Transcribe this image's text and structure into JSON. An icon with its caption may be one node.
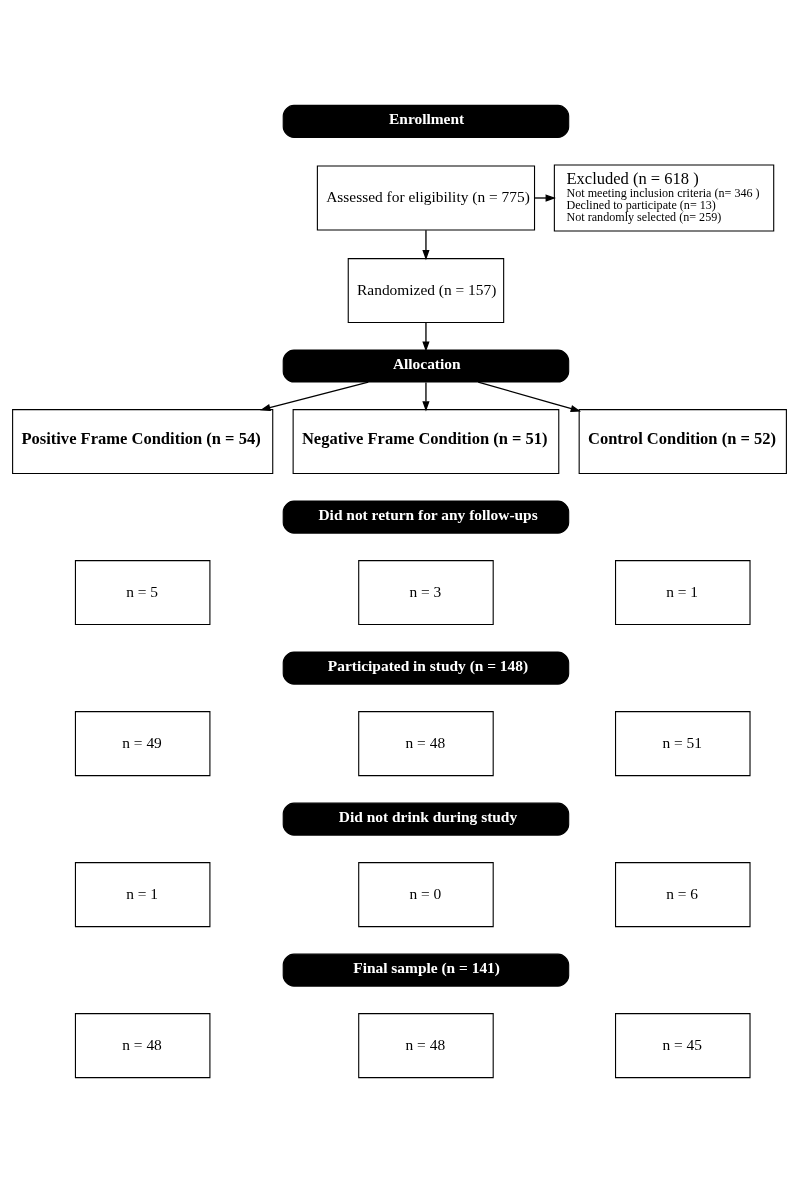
{
  "diagram": {
    "nodes": [
      {
        "text": [
          "Enrollment"
        ]
      },
      {
        "text": [
          "Assessed for eligibility (n = 775)"
        ]
      },
      {
        "text": [
          "Excluded (n = 618 )",
          "Not meeting inclusion criteria (n= 346 )",
          "Declined to participate (n= 13)",
          "Not randomly selected (n= 259)"
        ]
      },
      {
        "text": [
          "Randomized (n = 157)"
        ]
      },
      {
        "text": [
          "Allocation"
        ]
      },
      {
        "text": [
          "Positive Frame Condition (n = 54)"
        ]
      },
      {
        "text": [
          "Negative Frame Condition (n = 51)"
        ]
      },
      {
        "text": [
          "Control Condition (n = 52)"
        ]
      },
      {
        "text": [
          "Did not return for any follow-ups"
        ]
      },
      {
        "text": [
          "n = 5"
        ]
      },
      {
        "text": [
          "n = 3"
        ]
      },
      {
        "text": [
          "n = 1"
        ]
      },
      {
        "text": [
          "Participated in study (n = 148)"
        ]
      },
      {
        "text": [
          "n = 49"
        ]
      },
      {
        "text": [
          "n = 48"
        ]
      },
      {
        "text": [
          "n = 51"
        ]
      },
      {
        "text": [
          "Did not drink during study"
        ]
      },
      {
        "text": [
          "n = 1"
        ]
      },
      {
        "text": [
          "n = 0"
        ]
      },
      {
        "text": [
          "n = 6"
        ]
      },
      {
        "text": [
          "Final sample (n = 141)"
        ]
      },
      {
        "text": [
          "n = 48"
        ]
      },
      {
        "text": [
          "n = 48"
        ]
      },
      {
        "text": [
          "n = 45"
        ]
      }
    ],
    "edges": [
      {
        "from": 1,
        "to": 2,
        "arrow": "to"
      },
      {
        "from": 1,
        "to": 3,
        "arrow": "to"
      },
      {
        "from": 3,
        "to": 4,
        "arrow": "to"
      },
      {
        "from": 4,
        "to": 5,
        "arrow": "to"
      },
      {
        "from": 4,
        "to": 6,
        "arrow": "to"
      },
      {
        "from": 4,
        "to": 7,
        "arrow": "to"
      }
    ]
  }
}
